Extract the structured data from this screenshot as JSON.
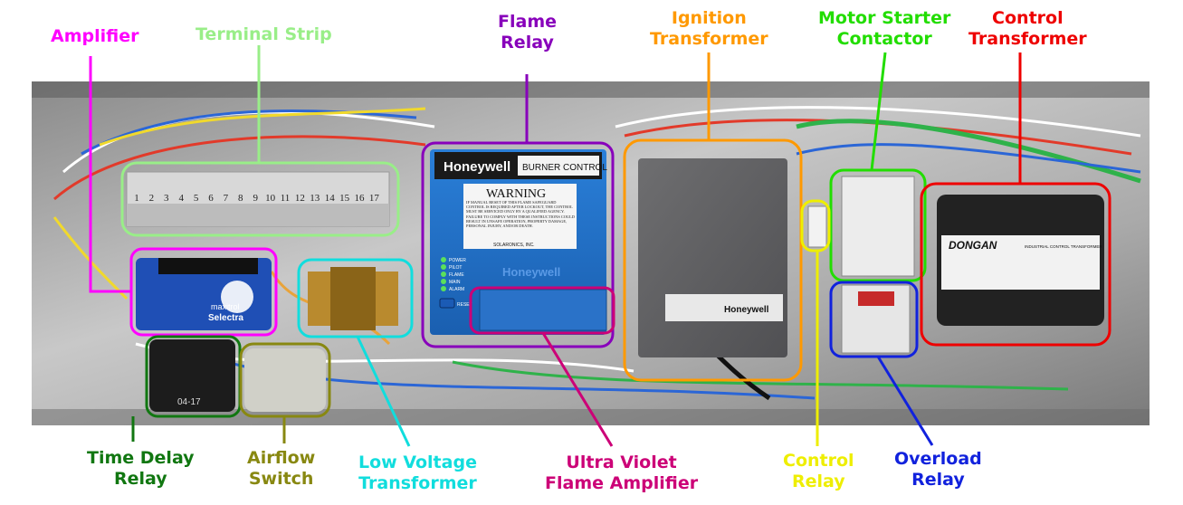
{
  "labels": {
    "amplifier": {
      "text": "Amplifier",
      "color": "#ff00ff"
    },
    "terminal_strip": {
      "text": "Terminal Strip",
      "color": "#99ee88"
    },
    "flame_relay": {
      "line1": "Flame",
      "line2": "Relay",
      "color": "#8800bb"
    },
    "ignition_transformer": {
      "line1": "Ignition",
      "line2": "Transformer",
      "color": "#ff9900"
    },
    "motor_starter_contactor": {
      "line1": "Motor Starter",
      "line2": "Contactor",
      "color": "#22dd00"
    },
    "control_transformer": {
      "line1": "Control",
      "line2": "Transformer",
      "color": "#ee0000"
    },
    "time_delay_relay": {
      "line1": "Time Delay",
      "line2": "Relay",
      "color": "#117711"
    },
    "airflow_switch": {
      "line1": "Airflow",
      "line2": "Switch",
      "color": "#888811"
    },
    "low_voltage_transformer": {
      "line1": "Low Voltage",
      "line2": "Transformer",
      "color": "#11dddd"
    },
    "uv_flame_amplifier": {
      "line1": "Ultra Violet",
      "line2": "Flame Amplifier",
      "color": "#cc0077"
    },
    "control_relay": {
      "line1": "Control",
      "line2": "Relay",
      "color": "#eeee00"
    },
    "overload_relay": {
      "line1": "Overload",
      "line2": "Relay",
      "color": "#1122dd"
    }
  },
  "device_text": {
    "honeywell_brand": "Honeywell",
    "burner_control": "BURNER CONTROL",
    "warning_title": "WARNING",
    "warning_body": "IF MANUAL RESET OF THIS FLAME SAFEGUARD CONTROL IS REQUIRED AFTER LOCKOUT, THE CONTROL MUST BE SERVICED ONLY BY A QUALIFIED AGENCY. FAILURE TO COMPLY WITH THESE INSTRUCTIONS COULD RESULT IN UNSAFE OPERATION, PROPERTY DAMAGE, PERSONAL INJURY, AND/OR DEATH.",
    "solaronics": "SOLARONICS, INC.",
    "leds": [
      "POWER",
      "PILOT",
      "FLAME",
      "MAIN",
      "ALARM"
    ],
    "reset": "RESET",
    "honeywell_lower": "Honeywell",
    "ignition_brand": "Honeywell",
    "dongan": "DONGAN",
    "dongan_sub": "INDUSTRIAL CONTROL TRANSFORMER",
    "maxitrol": "maxitrol",
    "selectra": "Selectra",
    "timer_code": "04-17",
    "terminal_numbers": [
      "1",
      "2",
      "3",
      "4",
      "5",
      "6",
      "7",
      "8",
      "9",
      "10",
      "11",
      "12",
      "13",
      "14",
      "15",
      "16",
      "17"
    ]
  }
}
